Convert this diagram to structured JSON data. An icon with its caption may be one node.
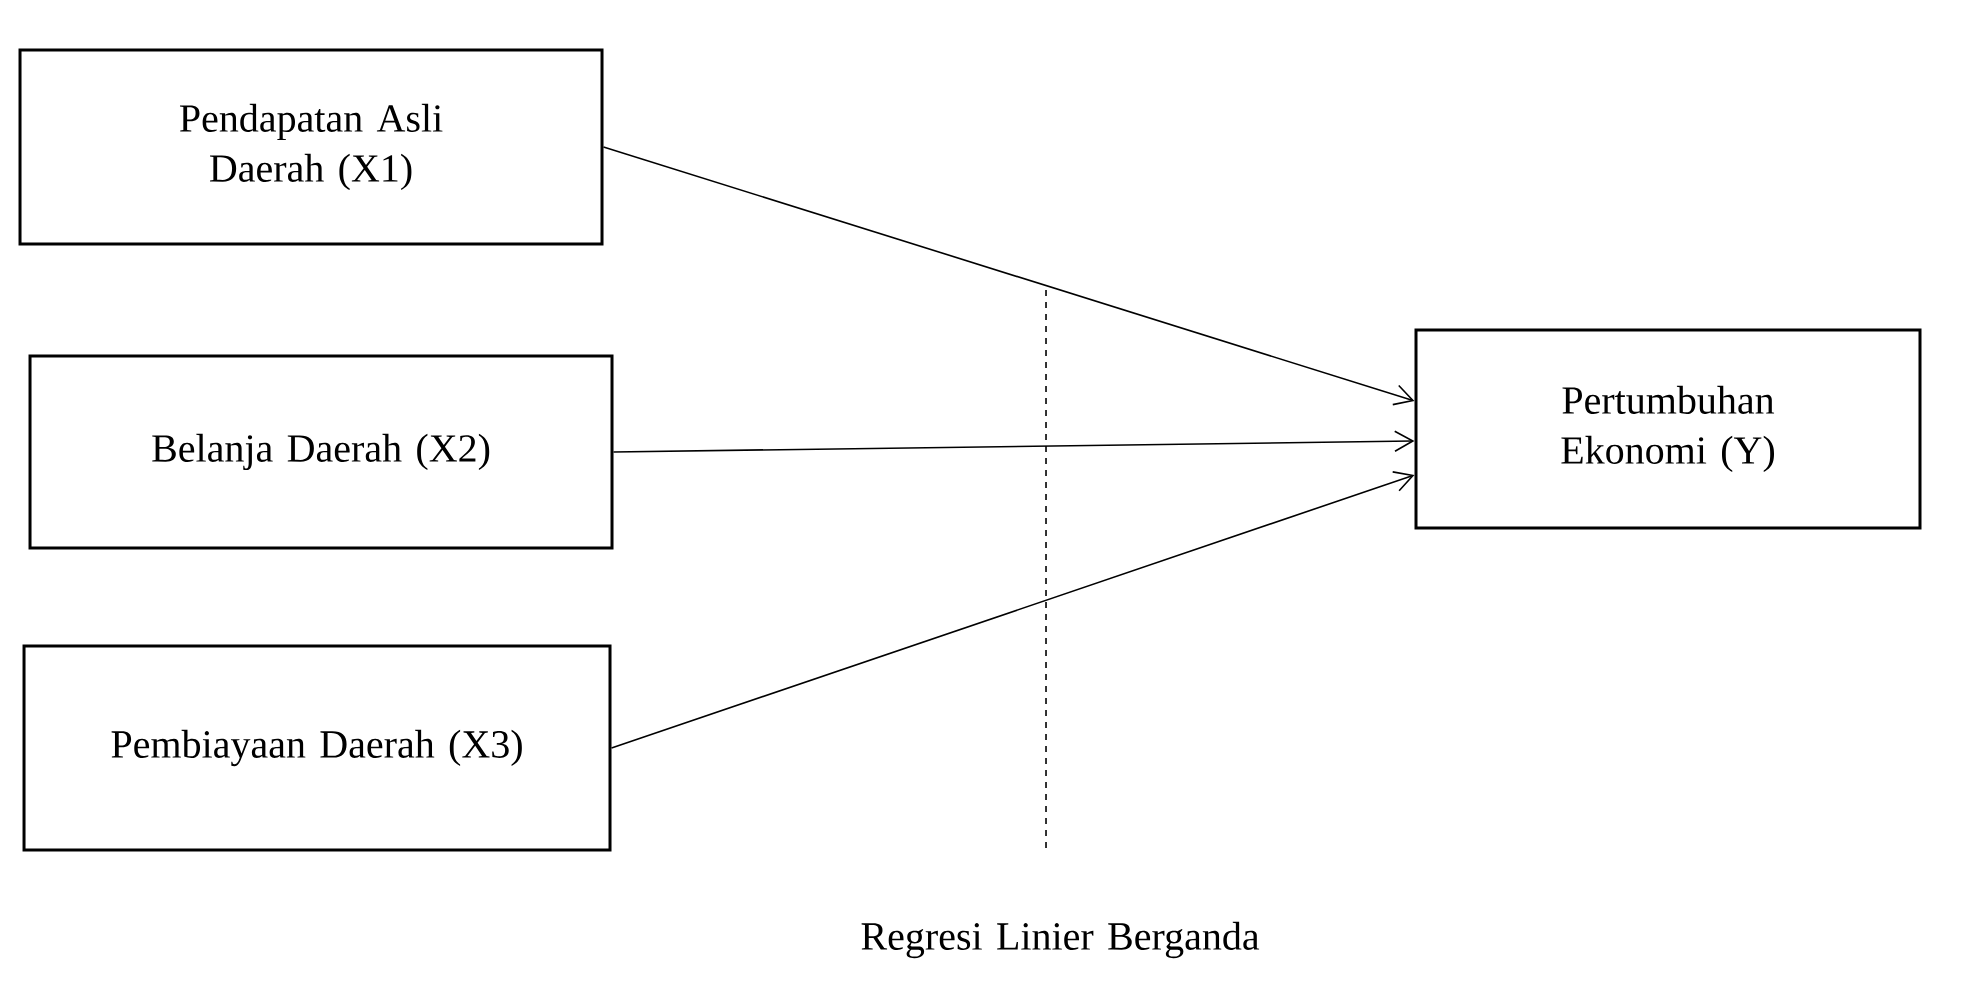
{
  "diagram": {
    "nodes": [
      {
        "text": [
          "Pendapatan Asli Daerah (X1)"
        ]
      },
      {
        "text": [
          "Belanja Daerah (X2)"
        ]
      },
      {
        "text": [
          "Pembiayaan Daerah (X3)"
        ]
      },
      {
        "text": [
          "Pertumbuhan Ekonomi (Y)"
        ]
      }
    ],
    "edges": [
      {
        "from": 0,
        "to": 3,
        "arrow": "to"
      },
      {
        "from": 1,
        "to": 3,
        "arrow": "to"
      },
      {
        "from": 2,
        "to": 3,
        "arrow": "to"
      }
    ],
    "labels": [
      "Regresi Linier Berganda"
    ]
  }
}
